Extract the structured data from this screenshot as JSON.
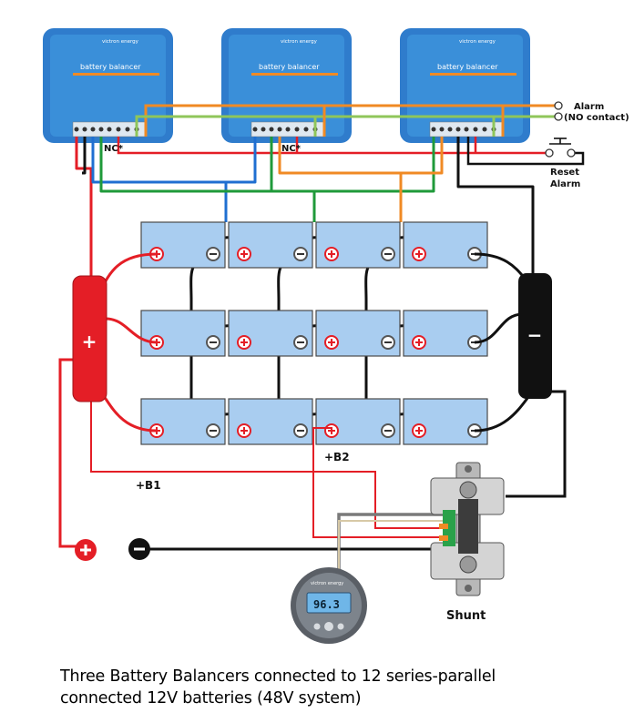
{
  "balancers": [
    {
      "brand": "victron energy",
      "title": "battery balancer",
      "nc_label": "NC*"
    },
    {
      "brand": "victron energy",
      "title": "battery balancer",
      "nc_label": "NC*"
    },
    {
      "brand": "victron energy",
      "title": "battery balancer"
    }
  ],
  "labels": {
    "alarm": "Alarm",
    "no_contact": "(NO contact)",
    "reset": "Reset",
    "reset_alarm": "Alarm",
    "b1": "+B1",
    "b2": "+B2",
    "shunt": "Shunt",
    "plus": "+",
    "minus": "−"
  },
  "monitor": {
    "brand": "victron energy",
    "reading": "96.3"
  },
  "caption": {
    "line1": "Three Battery Balancers connected to 12 series-parallel",
    "line2": "connected 12V batteries (48V system)"
  },
  "colors": {
    "balancer_body": "#3a8fd9",
    "battery_body": "#a9cdf0",
    "wire_red": "#e41e26",
    "wire_black": "#111111",
    "wire_blue": "#1f6fd1",
    "wire_green": "#1f9a3a",
    "wire_orange": "#f08a24",
    "wire_tan": "#d7c9a6",
    "wire_gray": "#7a7a7a"
  }
}
